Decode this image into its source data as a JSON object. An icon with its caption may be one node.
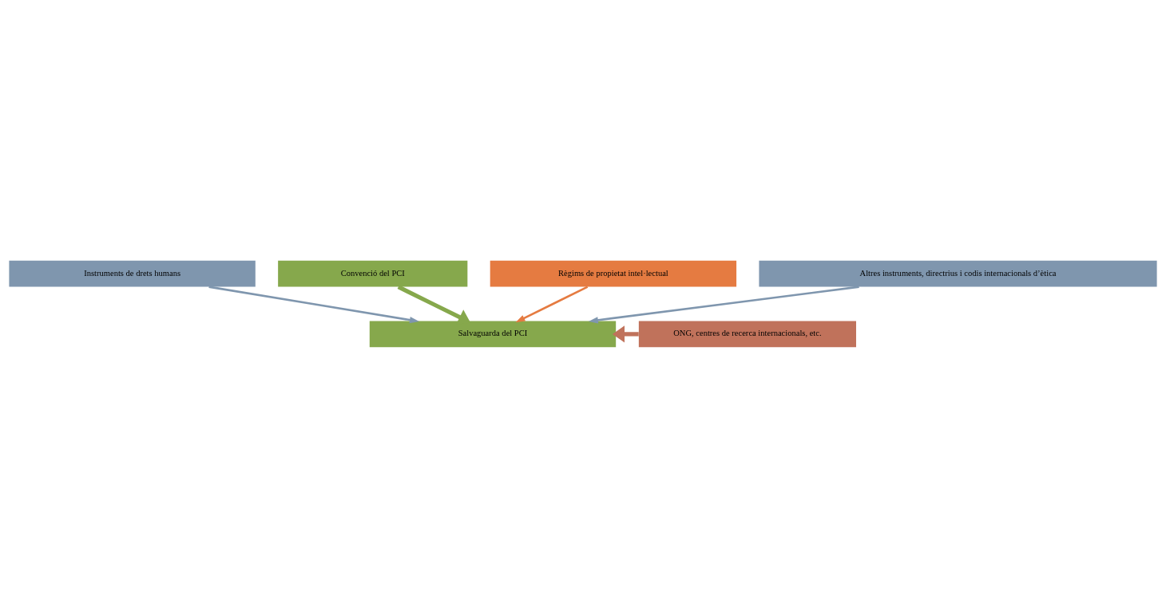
{
  "diagram": {
    "nodes": [
      {
        "text": [
          "Instruments de drets humans"
        ]
      },
      {
        "text": [
          "Convenció del PCI"
        ]
      },
      {
        "text": [
          "Règims de propietat intel·lectual"
        ]
      },
      {
        "text": [
          "Altres instruments, directrius i codis internacionals d’ètica"
        ]
      },
      {
        "text": [
          "Salvaguarda del PCI"
        ]
      },
      {
        "text": [
          "ONG, centres de recerca internacionals, etc."
        ]
      }
    ],
    "edges": [
      {
        "from": 1,
        "to": 4,
        "arrow": "to",
        "style": "thick",
        "color": "#86a84c"
      },
      {
        "from": 0,
        "to": 4,
        "arrow": "to"
      },
      {
        "from": 3,
        "to": 4,
        "arrow": "to"
      },
      {
        "from": 2,
        "to": 4,
        "arrow": "to",
        "color": "#e57b41"
      },
      {
        "from": 5,
        "to": 4,
        "arrow": "to",
        "style": "thick",
        "color": "#c0725b"
      }
    ]
  }
}
